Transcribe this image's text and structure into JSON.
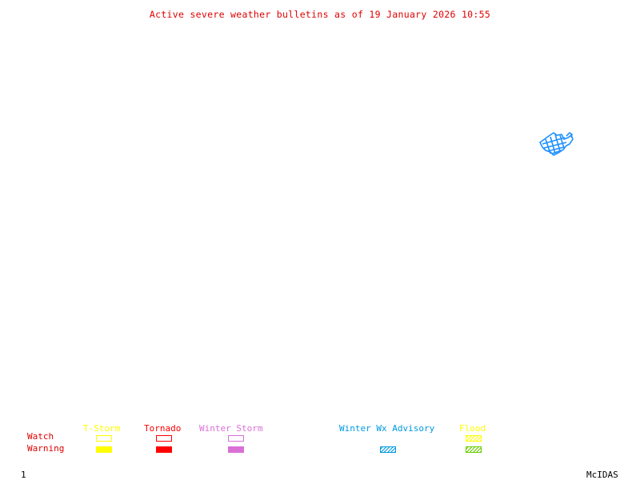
{
  "title": "Active severe weather bulletins as of 19 January 2026 10:55",
  "frame_number": "1",
  "software_label": "McIDAS",
  "colors": {
    "title": "#e00000",
    "row_labels": "#e00000",
    "tstorm": "#ffff00",
    "tornado": "#ff0000",
    "winter_storm": "#da70d6",
    "winter_wx_advisory": "#0099e0",
    "flood_watch": "#ffff00",
    "flood_warning": "#66cc00",
    "map_feature": "#1e90ff"
  },
  "legend": {
    "row_labels": {
      "watch": "Watch",
      "warning": "Warning"
    },
    "categories": [
      {
        "id": "tstorm",
        "label": "T-Storm",
        "watch": "outline",
        "warning": "filled"
      },
      {
        "id": "tornado",
        "label": "Tornado",
        "watch": "outline",
        "warning": "filled"
      },
      {
        "id": "winter_storm",
        "label": "Winter Storm",
        "watch": "outline",
        "warning": "filled"
      },
      {
        "id": "winter_wx_advisory",
        "label": "Winter Wx Advisory",
        "watch": "none",
        "warning": "hatched"
      },
      {
        "id": "flood",
        "label": "Flood",
        "watch": "hatched",
        "warning": "hatched"
      }
    ]
  },
  "map": {
    "features": [
      {
        "type": "winter_wx_advisory",
        "region": "small area, northeast portion of map"
      }
    ]
  }
}
